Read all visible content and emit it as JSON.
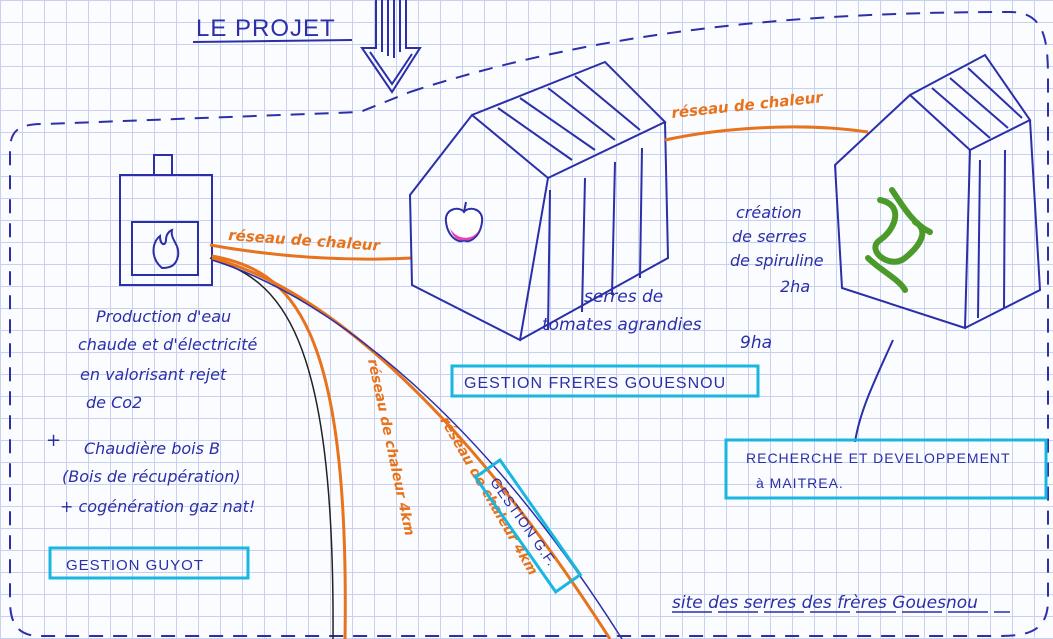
{
  "title": "LE PROJET",
  "heat_network_top": "réseau de chaleur",
  "heat_network_left": "réseau de chaleur",
  "plant_description": [
    "Production d'eau",
    "chaude et d'électricité",
    "en valorisant rejet",
    "de Co2"
  ],
  "plant_extra": [
    "Chaudière bois B",
    "(Bois de récupération)",
    "+ cogénération gaz nat!"
  ],
  "plus_sign": "+",
  "gestion_guyot": "GESTION GUYOT",
  "greenhouse_tomato_label": [
    "serres de",
    "tomates agrandies",
    "9ha"
  ],
  "gestion_freres": "GESTION FRERES GOUESNOU",
  "spiruline_label": [
    "création",
    "de serres",
    "de spiruline",
    "2ha"
  ],
  "recherche": [
    "RECHERCHE ET DEVELOPPEMENT",
    "à MAITREA."
  ],
  "reseau_vertical_1": "réseau de chaleur 4km",
  "reseau_vertical_2": "réseau de chaleur 4km",
  "gestion_gf": "GESTION G.F.",
  "site_label": "site des serres des frères Gouesnou",
  "colors": {
    "ink": "#2b2fa8",
    "orange": "#e8731d",
    "cyan": "#19b6e0",
    "pink": "#e43fb6",
    "green": "#4c9a2a"
  },
  "icons": [
    "down-arrow-icon",
    "flame-icon",
    "apple-icon",
    "spiruline-icon"
  ]
}
